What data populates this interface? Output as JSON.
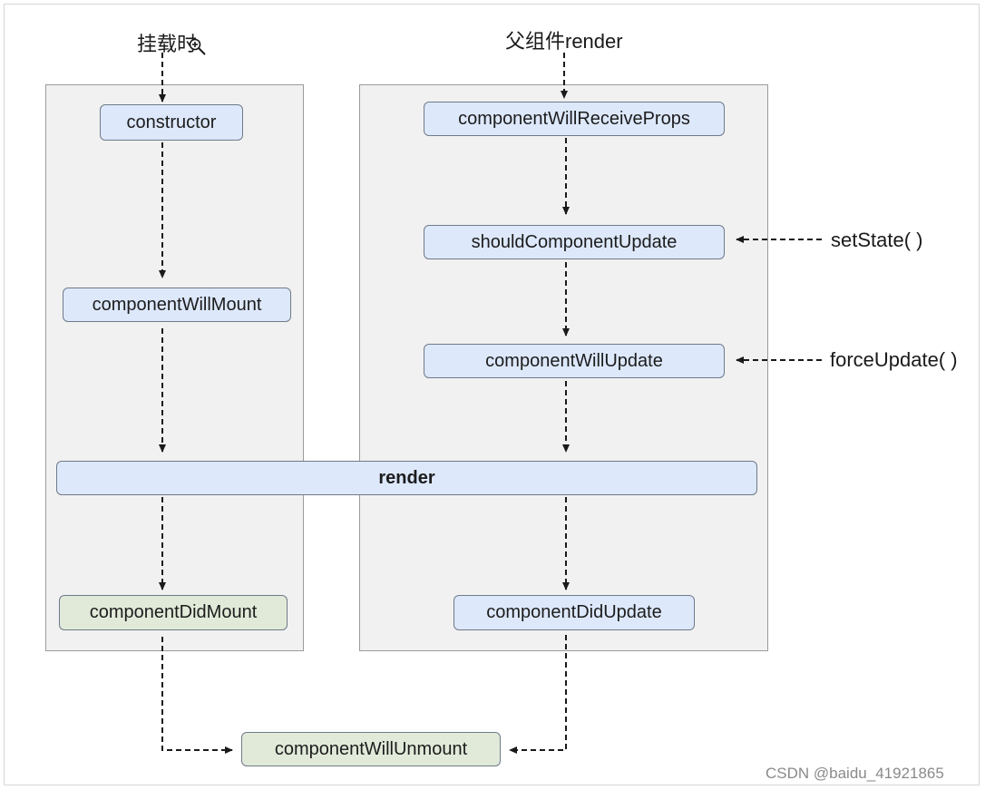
{
  "labels": {
    "mount": "挂载时",
    "parent_render": "父组件render",
    "set_state": "setState( )",
    "force_update": "forceUpdate( )"
  },
  "nodes": {
    "constructor": "constructor",
    "component_will_mount": "componentWillMount",
    "render": "render",
    "component_did_mount": "componentDidMount",
    "component_will_receive_props": "componentWillReceiveProps",
    "should_component_update": "shouldComponentUpdate",
    "component_will_update": "componentWillUpdate",
    "component_did_update": "componentDidUpdate",
    "component_will_unmount": "componentWillUnmount"
  },
  "watermark": "CSDN @baidu_41921865",
  "colors": {
    "update_node": "#dde8fb",
    "mount_end_node": "#e1ead9",
    "panel": "#f1f1f1"
  },
  "icons": [
    "zoom-in-icon"
  ]
}
